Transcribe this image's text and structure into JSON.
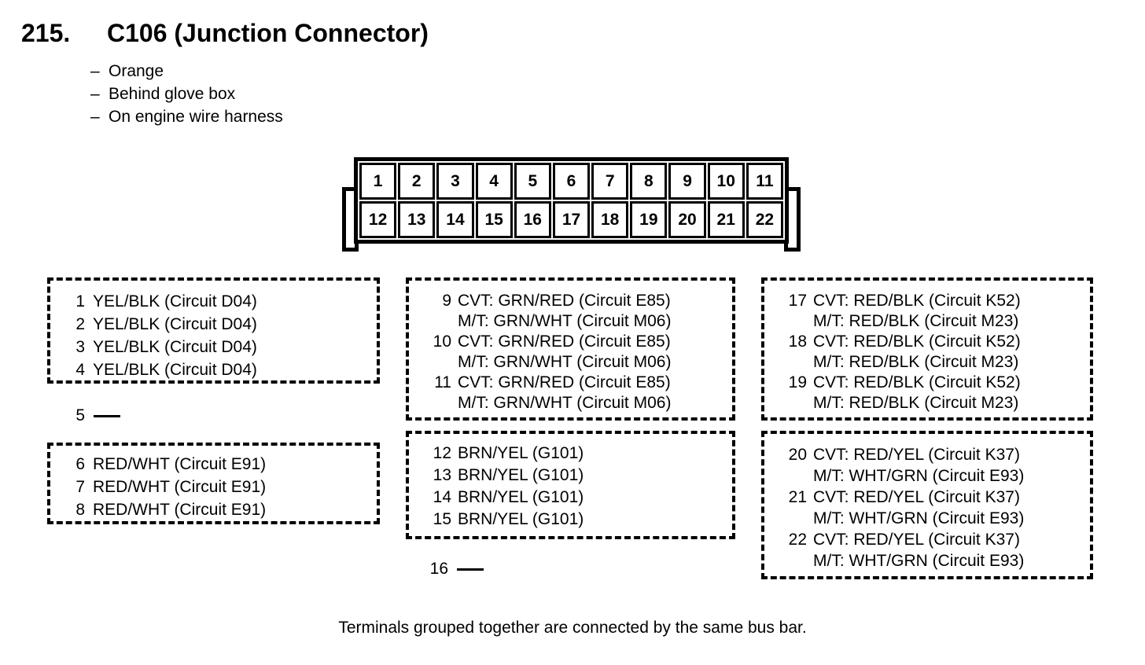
{
  "header": {
    "item_number": "215.",
    "title": "C106 (Junction Connector)",
    "note_dash": "–",
    "notes": [
      "Orange",
      "Behind glove box",
      "On engine wire harness"
    ]
  },
  "connector": {
    "top_row_pins": [
      "1",
      "2",
      "3",
      "4",
      "5",
      "6",
      "7",
      "8",
      "9",
      "10",
      "11"
    ],
    "bottom_row_pins": [
      "12",
      "13",
      "14",
      "15",
      "16",
      "17",
      "18",
      "19",
      "20",
      "21",
      "22"
    ]
  },
  "groups": [
    {
      "position": "left-top",
      "entries": [
        {
          "pin": "1",
          "lines": [
            "YEL/BLK (Circuit D04)"
          ]
        },
        {
          "pin": "2",
          "lines": [
            "YEL/BLK (Circuit D04)"
          ]
        },
        {
          "pin": "3",
          "lines": [
            "YEL/BLK (Circuit D04)"
          ]
        },
        {
          "pin": "4",
          "lines": [
            "YEL/BLK (Circuit D04)"
          ]
        }
      ]
    },
    {
      "position": "left-bottom",
      "entries": [
        {
          "pin": "6",
          "lines": [
            "RED/WHT (Circuit E91)"
          ]
        },
        {
          "pin": "7",
          "lines": [
            "RED/WHT (Circuit E91)"
          ]
        },
        {
          "pin": "8",
          "lines": [
            "RED/WHT (Circuit E91)"
          ]
        }
      ]
    },
    {
      "position": "middle-top",
      "entries": [
        {
          "pin": "9",
          "lines": [
            "CVT: GRN/RED (Circuit E85)",
            "M/T: GRN/WHT (Circuit M06)"
          ]
        },
        {
          "pin": "10",
          "lines": [
            "CVT: GRN/RED (Circuit E85)",
            "M/T: GRN/WHT (Circuit M06)"
          ]
        },
        {
          "pin": "11",
          "lines": [
            "CVT: GRN/RED (Circuit E85)",
            "M/T: GRN/WHT (Circuit M06)"
          ]
        }
      ]
    },
    {
      "position": "middle-bottom",
      "entries": [
        {
          "pin": "12",
          "lines": [
            "BRN/YEL (G101)"
          ]
        },
        {
          "pin": "13",
          "lines": [
            "BRN/YEL (G101)"
          ]
        },
        {
          "pin": "14",
          "lines": [
            "BRN/YEL (G101)"
          ]
        },
        {
          "pin": "15",
          "lines": [
            "BRN/YEL (G101)"
          ]
        }
      ]
    },
    {
      "position": "right-top",
      "entries": [
        {
          "pin": "17",
          "lines": [
            "CVT: RED/BLK (Circuit K52)",
            "M/T: RED/BLK (Circuit M23)"
          ]
        },
        {
          "pin": "18",
          "lines": [
            "CVT: RED/BLK (Circuit K52)",
            "M/T: RED/BLK (Circuit M23)"
          ]
        },
        {
          "pin": "19",
          "lines": [
            "CVT: RED/BLK (Circuit K52)",
            "M/T: RED/BLK (Circuit M23)"
          ]
        }
      ]
    },
    {
      "position": "right-bottom",
      "entries": [
        {
          "pin": "20",
          "lines": [
            "CVT: RED/YEL (Circuit K37)",
            "M/T: WHT/GRN (Circuit E93)"
          ]
        },
        {
          "pin": "21",
          "lines": [
            "CVT: RED/YEL (Circuit K37)",
            "M/T: WHT/GRN (Circuit E93)"
          ]
        },
        {
          "pin": "22",
          "lines": [
            "CVT: RED/YEL (Circuit K37)",
            "M/T: WHT/GRN (Circuit E93)"
          ]
        }
      ]
    }
  ],
  "unconnected_pins": [
    {
      "pin": "5"
    },
    {
      "pin": "16"
    }
  ],
  "footer": {
    "note": "Terminals grouped together are connected by the same bus bar."
  },
  "colors": {
    "ink": "#000000",
    "paper": "#ffffff"
  }
}
